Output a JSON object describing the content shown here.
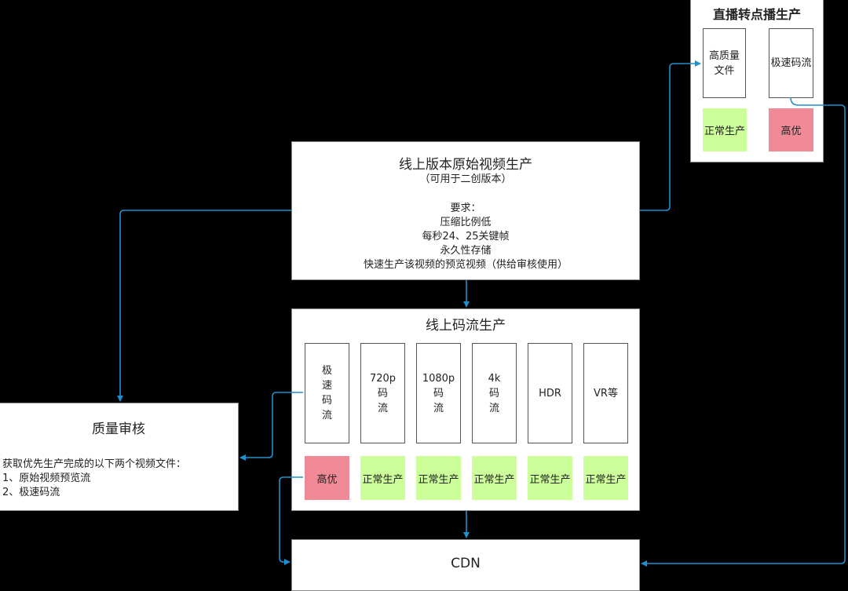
{
  "colors": {
    "connector": "#1f8fce",
    "high": "#f08a96",
    "normal": "#ccff99",
    "background": "#000000"
  },
  "top_right": {
    "title": "直播转点播生产",
    "file_hq_line1": "高质量",
    "file_hq_line2": "文件",
    "file_fast": "极速码流",
    "tag_normal": "正常生产",
    "tag_high": "高优"
  },
  "source": {
    "title": "线上版本原始视频生产",
    "subtitle": "（可用于二创版本）",
    "req_label": "要求：",
    "req_1": "压缩比例低",
    "req_2": "每秒24、25关键帧",
    "req_3": "永久性存储",
    "req_4": "快速生产该视频的预览视频（供给审核使用）"
  },
  "stream": {
    "title": "线上码流生产",
    "items": [
      {
        "lines": [
          "极",
          "速",
          "码",
          "流"
        ],
        "tag": "高优",
        "priority": "high"
      },
      {
        "lines": [
          "720p",
          "码",
          "流"
        ],
        "tag": "正常生产",
        "priority": "normal"
      },
      {
        "lines": [
          "1080p",
          "码",
          "流"
        ],
        "tag": "正常生产",
        "priority": "normal"
      },
      {
        "lines": [
          "4k",
          "码",
          "流"
        ],
        "tag": "正常生产",
        "priority": "normal"
      },
      {
        "lines": [
          "HDR"
        ],
        "tag": "正常生产",
        "priority": "normal"
      },
      {
        "lines": [
          "VR等"
        ],
        "tag": "正常生产",
        "priority": "normal"
      }
    ]
  },
  "review": {
    "title": "质量审核",
    "line_1": "获取优先生产完成的以下两个视频文件：",
    "line_2": "1、原始视频预览流",
    "line_3": "2、极速码流"
  },
  "cdn": {
    "label": "CDN"
  }
}
